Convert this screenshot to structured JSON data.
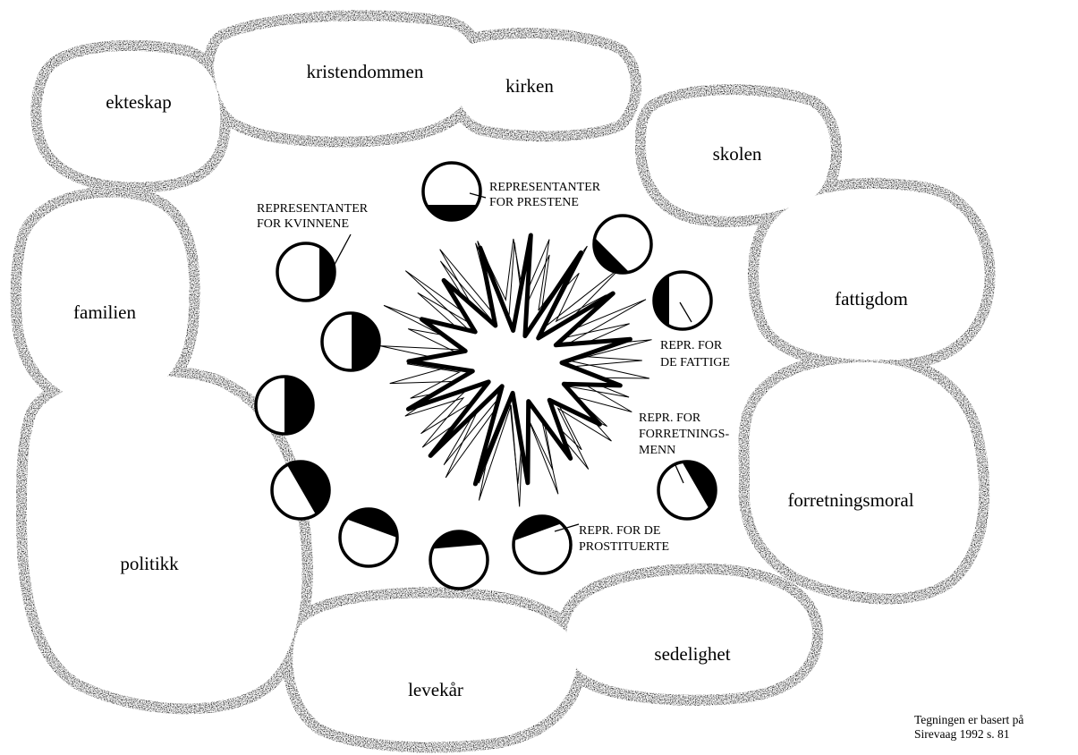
{
  "topics": [
    {
      "id": "ekteskap",
      "label": "ekteskap"
    },
    {
      "id": "kristendommen",
      "label": "kristendommen"
    },
    {
      "id": "kirken",
      "label": "kirken"
    },
    {
      "id": "skolen",
      "label": "skolen"
    },
    {
      "id": "fattigdom",
      "label": "fattigdom"
    },
    {
      "id": "forretningsmoral",
      "label": "forretningsmoral"
    },
    {
      "id": "sedelighet",
      "label": "sedelighet"
    },
    {
      "id": "levekar",
      "label": "levekår"
    },
    {
      "id": "politikk",
      "label": "politikk"
    },
    {
      "id": "familien",
      "label": "familien"
    }
  ],
  "representatives": {
    "kvinnene": [
      "REPRESENTANTER",
      "FOR KVINNENE"
    ],
    "prestene": [
      "REPRESENTANTER",
      "FOR PRESTENE"
    ],
    "fattige": [
      "REPR. FOR",
      "DE FATTIGE"
    ],
    "forretning": [
      "REPR. FOR",
      "FORRETNINGS-",
      "MENN"
    ],
    "prostituerte": [
      "REPR. FOR DE",
      "PROSTITUERTE"
    ]
  },
  "credit": [
    "Tegningen er basert på",
    "Sirevaag 1992 s. 81"
  ],
  "colors": {
    "ink": "#000000",
    "paper": "#ffffff"
  }
}
